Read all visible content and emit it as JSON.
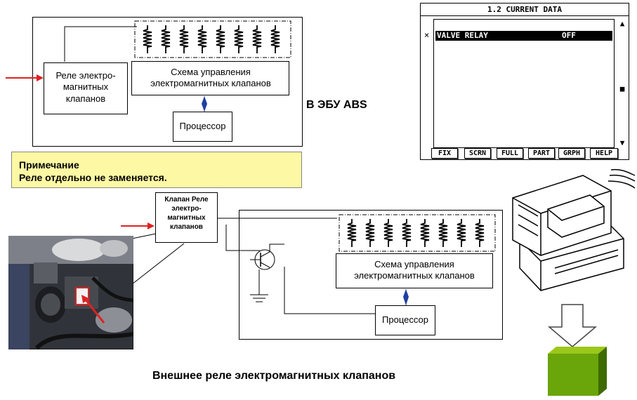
{
  "top_diagram": {
    "relay_label": "Реле электро-магнитных клапанов",
    "control_label": "Схема управления электромагнитных клапанов",
    "cpu_label": "Процессор",
    "location_label": "В ЭБУ ABS"
  },
  "note": {
    "title": "Примечание",
    "text": "Реле отдельно не заменяется."
  },
  "scan_tool": {
    "title": "1.2 CURRENT DATA",
    "marker": "×",
    "row_name": "VALVE RELAY",
    "row_value": "OFF",
    "scroll_up": "▲",
    "scroll_thumb": "■",
    "scroll_down": "▼",
    "fkeys": [
      "FIX",
      "SCRN",
      "FULL",
      "PART",
      "GRPH",
      "HELP"
    ]
  },
  "bottom_diagram": {
    "valve_relay_label": "Клапан Реле электро-магнитных клапанов",
    "control_label": "Схема управления электромагнитных клапанов",
    "cpu_label": "Процессор"
  },
  "caption": "Внешнее реле электромагнитных клапанов"
}
